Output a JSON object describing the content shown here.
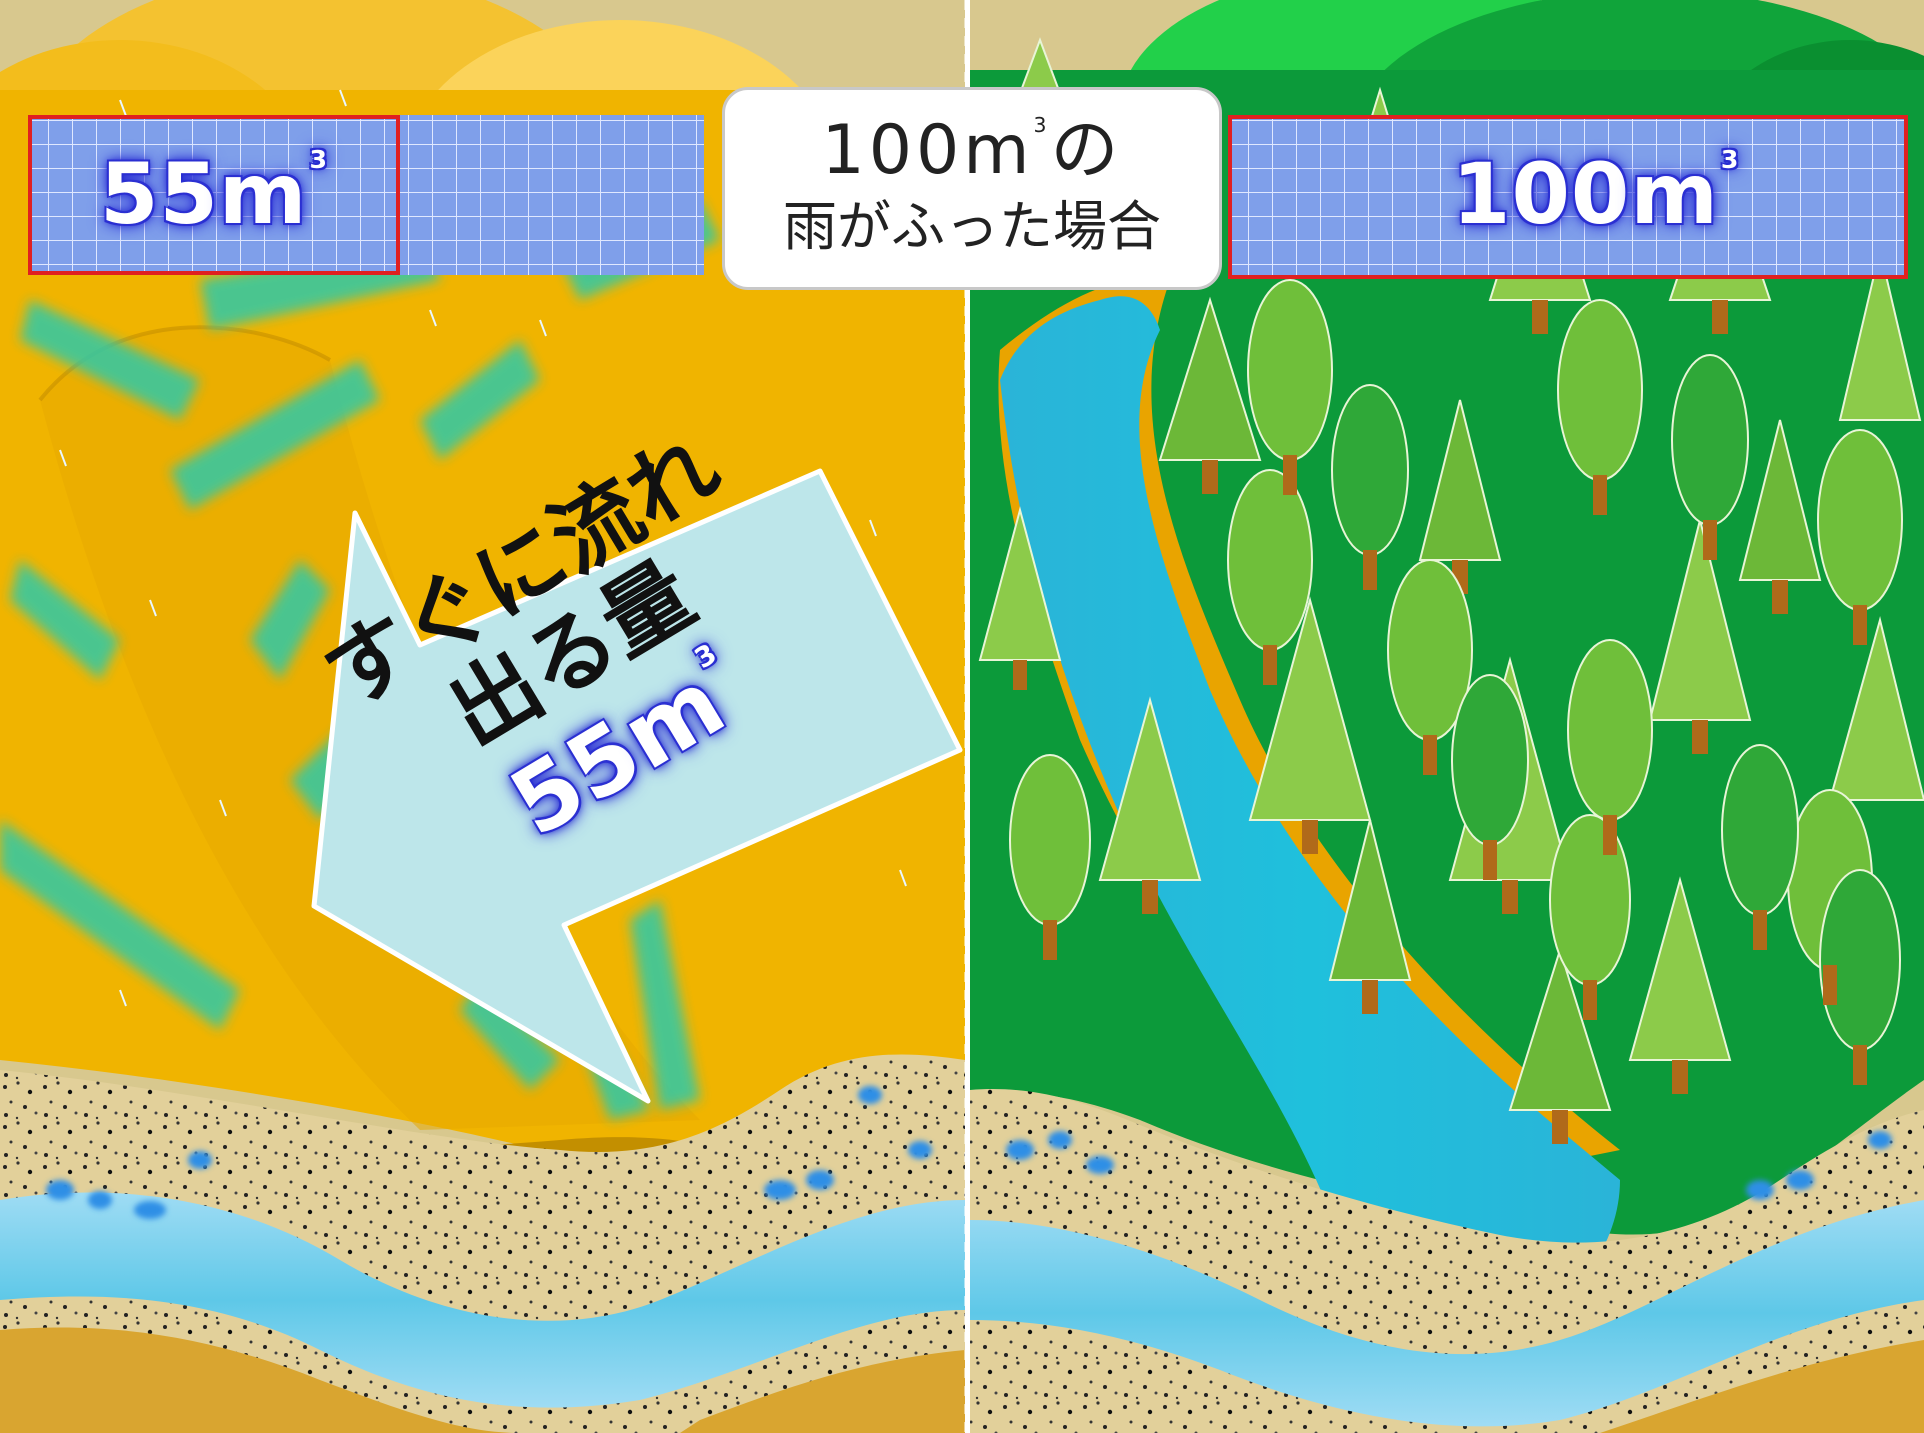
{
  "title": {
    "line1_number": "100",
    "line1_unit": "m",
    "line1_sup": "3",
    "line1_suffix": "の",
    "line2": "雨がふった場合"
  },
  "left_panel": {
    "gauge": {
      "value": "55",
      "unit": "m",
      "sup": "3",
      "fill_fraction": 0.55
    },
    "arrow": {
      "line1": "すぐに流れ",
      "line2": "出る量",
      "value": "55",
      "unit": "m",
      "sup": "3"
    }
  },
  "right_panel": {
    "gauge": {
      "value": "100",
      "unit": "m",
      "sup": "3",
      "fill_fraction": 1.0
    }
  },
  "colors": {
    "bare_ground": "#f0b400",
    "forest": "#0c9a3a",
    "water": "#5ec8e8",
    "gauge_fill": "#8aa8f0",
    "gauge_outline": "#e02020"
  }
}
